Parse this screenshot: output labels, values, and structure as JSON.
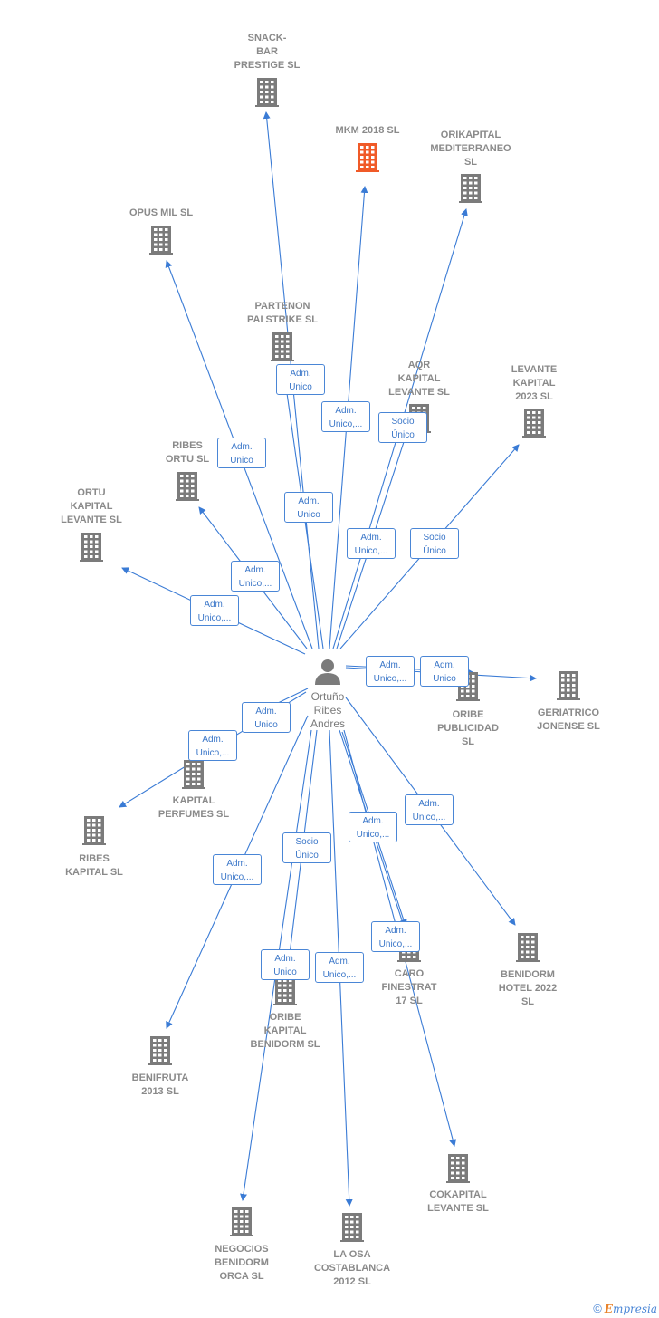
{
  "center": {
    "name": "Ortuño\nRibes\nAndres"
  },
  "companies": [
    {
      "id": "snack",
      "label": "SNACK-\nBAR\nPRESTIGE SL",
      "highlight": false
    },
    {
      "id": "mkm",
      "label": "MKM 2018  SL",
      "highlight": true
    },
    {
      "id": "orikapital",
      "label": "ORIKAPITAL\nMEDITERRANEO\nSL",
      "highlight": false
    },
    {
      "id": "opus",
      "label": "OPUS MIL SL",
      "highlight": false
    },
    {
      "id": "partenon",
      "label": "PARTENON\nPAI STRIKE  SL",
      "highlight": false
    },
    {
      "id": "aqr",
      "label": "AQR\nKAPITAL\nLEVANTE  SL",
      "highlight": false
    },
    {
      "id": "levante2023",
      "label": "LEVANTE\nKAPITAL\n2023  SL",
      "highlight": false
    },
    {
      "id": "ribesortu",
      "label": "RIBES\nORTU  SL",
      "highlight": false
    },
    {
      "id": "ortukapital",
      "label": "ORTU\nKAPITAL\nLEVANTE  SL",
      "highlight": false
    },
    {
      "id": "oribepub",
      "label": "ORIBE\nPUBLICIDAD\nSL",
      "highlight": false
    },
    {
      "id": "geriatrico",
      "label": "GERIATRICO\nJONENSE SL",
      "highlight": false
    },
    {
      "id": "kapitalperf",
      "label": "KAPITAL\nPERFUMES SL",
      "highlight": false
    },
    {
      "id": "ribeskapital",
      "label": "RIBES\nKAPITAL  SL",
      "highlight": false
    },
    {
      "id": "benifruta",
      "label": "BENIFRUTA\n2013  SL",
      "highlight": false
    },
    {
      "id": "oribekap",
      "label": "ORIBE\nKAPITAL\nBENIDORM  SL",
      "highlight": false
    },
    {
      "id": "caro",
      "label": "CARO\nFINESTRAT\n17  SL",
      "highlight": false
    },
    {
      "id": "benidormhotel",
      "label": "BENIDORM\nHOTEL 2022\nSL",
      "highlight": false
    },
    {
      "id": "negocios",
      "label": "NEGOCIOS\nBENIDORM\nORCA SL",
      "highlight": false
    },
    {
      "id": "laosa",
      "label": "LA OSA\nCOSTABLANCA\n2012 SL",
      "highlight": false
    },
    {
      "id": "cokapital",
      "label": "COKAPITAL\nLEVANTE  SL",
      "highlight": false
    }
  ],
  "relations": [
    {
      "target": "snack",
      "label": "Adm.\nUnico"
    },
    {
      "target": "mkm",
      "label": "Adm.\nUnico,..."
    },
    {
      "target": "orikapital",
      "label": "Adm.\nUnico,..."
    },
    {
      "target": "opus",
      "label": "Adm.\nUnico"
    },
    {
      "target": "partenon",
      "label": "Adm.\nUnico"
    },
    {
      "target": "aqr",
      "label": "Socio\nÚnico"
    },
    {
      "target": "levante2023",
      "label": "Socio\nÚnico"
    },
    {
      "target": "ribesortu",
      "label": "Adm.\nUnico,..."
    },
    {
      "target": "ortukapital",
      "label": "Adm.\nUnico,..."
    },
    {
      "target": "oribepub",
      "label": "Adm.\nUnico,..."
    },
    {
      "target": "geriatrico",
      "label": "Adm.\nUnico"
    },
    {
      "target": "kapitalperf",
      "label": "Adm.\nUnico"
    },
    {
      "target": "ribeskapital",
      "label": "Adm.\nUnico,..."
    },
    {
      "target": "benifruta",
      "label": "Adm.\nUnico,..."
    },
    {
      "target": "oribekap",
      "label": "Socio\nÚnico"
    },
    {
      "target": "oribekap2",
      "label": "Adm.\nUnico"
    },
    {
      "target": "caro",
      "label": "Adm.\nUnico,..."
    },
    {
      "target": "benidormhotel",
      "label": "Adm.\nUnico,..."
    },
    {
      "target": "laosa",
      "label": "Adm.\nUnico,..."
    },
    {
      "target": "cokapital",
      "label": "Adm.\nUnico,..."
    }
  ],
  "colors": {
    "edge": "#3a7bd5",
    "building": "#7b7b7b",
    "highlight_building": "#f05a28",
    "person": "#7b7b7b"
  },
  "footer": {
    "copyright": "©",
    "brand_first": "E",
    "brand_rest": "mpresia"
  }
}
